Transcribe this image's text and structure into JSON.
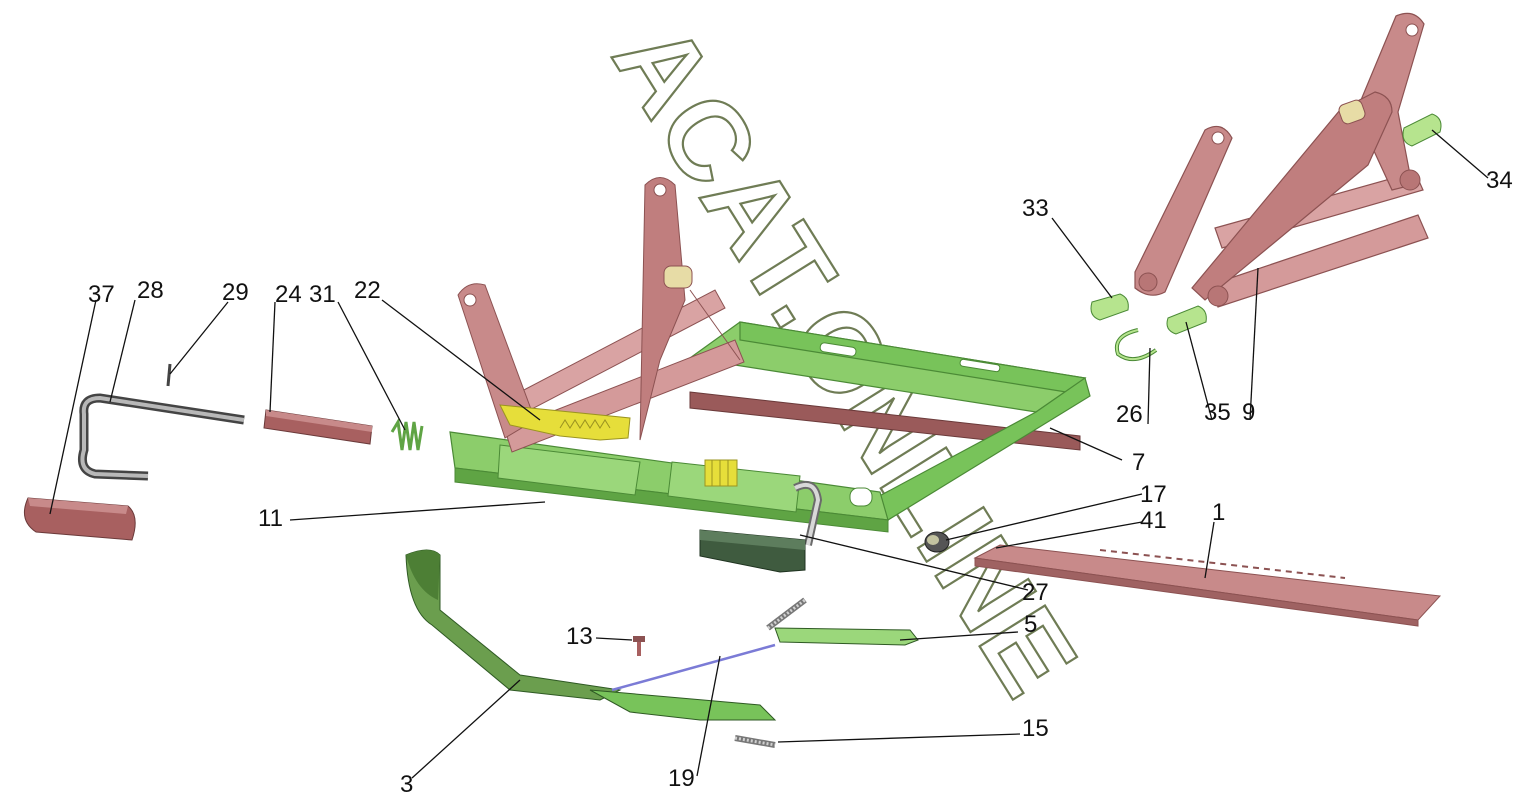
{
  "watermark": {
    "text": "ACAT.ONLINE"
  },
  "colors": {
    "green": "#78c35a",
    "green_dark": "#4b8a36",
    "pink": "#c88a8a",
    "pink_dark": "#8c5252",
    "yellow": "#e6de3a",
    "gray": "#8a8a8a",
    "dark": "#444444",
    "cable": "#7b7bd6",
    "watermark": "#6f7c55"
  },
  "callouts": [
    {
      "key": "c37",
      "text": "37"
    },
    {
      "key": "c28",
      "text": "28"
    },
    {
      "key": "c29",
      "text": "29"
    },
    {
      "key": "c24",
      "text": "24"
    },
    {
      "key": "c31",
      "text": "31"
    },
    {
      "key": "c22",
      "text": "22"
    },
    {
      "key": "c33",
      "text": "33"
    },
    {
      "key": "c34",
      "text": "34"
    },
    {
      "key": "c26",
      "text": "26"
    },
    {
      "key": "c35",
      "text": "35"
    },
    {
      "key": "c9",
      "text": "9"
    },
    {
      "key": "c7",
      "text": "7"
    },
    {
      "key": "c17",
      "text": "17"
    },
    {
      "key": "c41",
      "text": "41"
    },
    {
      "key": "c1",
      "text": "1"
    },
    {
      "key": "c11",
      "text": "11"
    },
    {
      "key": "c27",
      "text": "27"
    },
    {
      "key": "c5",
      "text": "5"
    },
    {
      "key": "c13",
      "text": "13"
    },
    {
      "key": "c15",
      "text": "15"
    },
    {
      "key": "c3",
      "text": "3"
    },
    {
      "key": "c19",
      "text": "19"
    }
  ]
}
